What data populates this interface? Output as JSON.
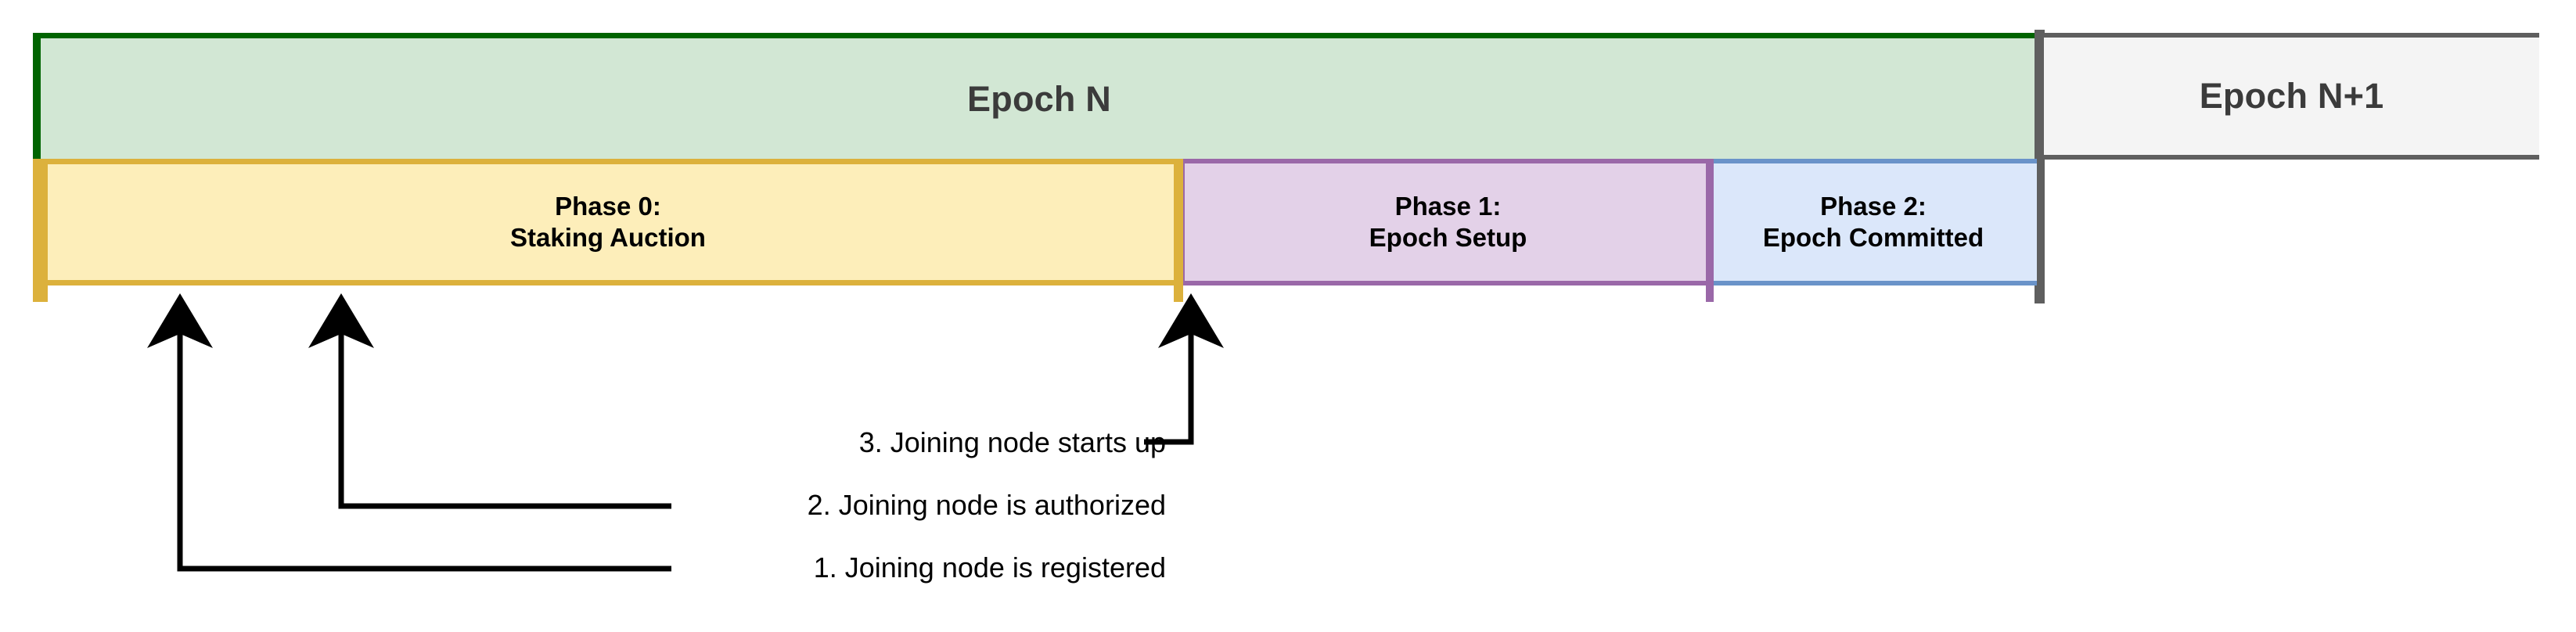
{
  "diagram": {
    "title": "Epoch phases and joining node timeline",
    "epochs": [
      {
        "id": "epoch-n",
        "label": "Epoch N",
        "fill": "#d2e7d4",
        "stroke": "#006400"
      },
      {
        "id": "epoch-n1",
        "label": "Epoch N+1",
        "fill": "#f4f4f4",
        "stroke": "#5f5f5f"
      }
    ],
    "phases": [
      {
        "id": "phase-0",
        "line1": "Phase 0:",
        "line2": "Staking Auction",
        "fill": "#fdeeba",
        "stroke": "#dcb13c"
      },
      {
        "id": "phase-1",
        "line1": "Phase 1:",
        "line2": "Epoch Setup",
        "fill": "#e3d1e8",
        "stroke": "#9a68a8"
      },
      {
        "id": "phase-2",
        "line1": "Phase 2:",
        "line2": "Epoch Committed",
        "fill": "#dbe7fa",
        "stroke": "#6a93c9"
      }
    ],
    "annotations": [
      {
        "id": "annotation-1",
        "label": "1. Joining node is registered"
      },
      {
        "id": "annotation-2",
        "label": "2. Joining node is authorized"
      },
      {
        "id": "annotation-3",
        "label": "3. Joining node starts up"
      }
    ],
    "colors": {
      "epoch_n_fill": "#d2e7d4",
      "epoch_n_stroke": "#006400",
      "epoch_next_fill": "#f4f4f4",
      "epoch_divider": "#5f5f5f",
      "phase0_fill": "#fdeeba",
      "phase0_stroke": "#dcb13c",
      "phase1_fill": "#e3d1e8",
      "phase1_stroke": "#9a68a8",
      "phase2_fill": "#dbe7fa",
      "phase2_stroke": "#6a93c9",
      "leader_line": "#000000"
    }
  }
}
